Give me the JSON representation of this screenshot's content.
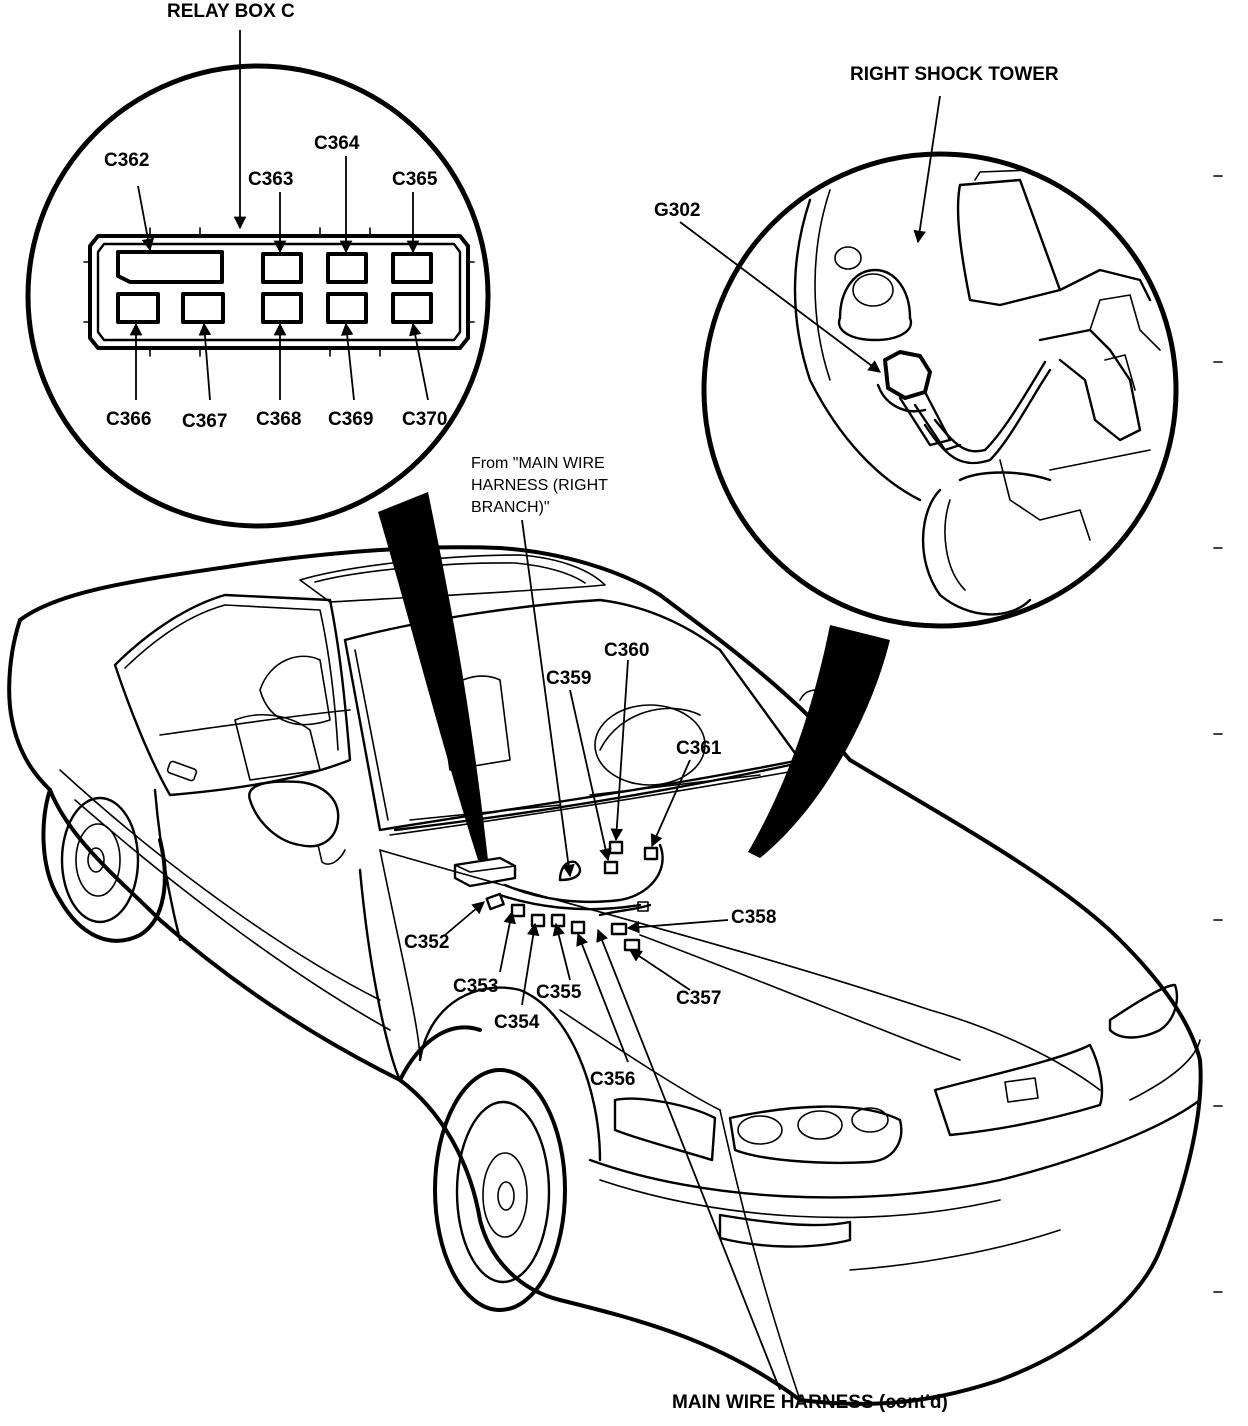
{
  "title": "",
  "relay_box": {
    "title": "RELAY BOX C",
    "connectors_top": [
      "C362",
      "C363",
      "C364",
      "C365"
    ],
    "connectors_bottom": [
      "C366",
      "C367",
      "C368",
      "C369",
      "C370"
    ]
  },
  "shock_tower": {
    "title": "RIGHT SHOCK TOWER",
    "ground": "G302"
  },
  "harness_note": {
    "line1": "From \"MAIN WIRE",
    "line2": "HARNESS (RIGHT",
    "line3": "BRANCH)\""
  },
  "vehicle_connectors": {
    "c352": "C352",
    "c353": "C353",
    "c354": "C354",
    "c355": "C355",
    "c356": "C356",
    "c357": "C357",
    "c358": "C358",
    "c359": "C359",
    "c360": "C360",
    "c361": "C361"
  },
  "caption": "MAIN WIRE HARNESS (cont'd)"
}
